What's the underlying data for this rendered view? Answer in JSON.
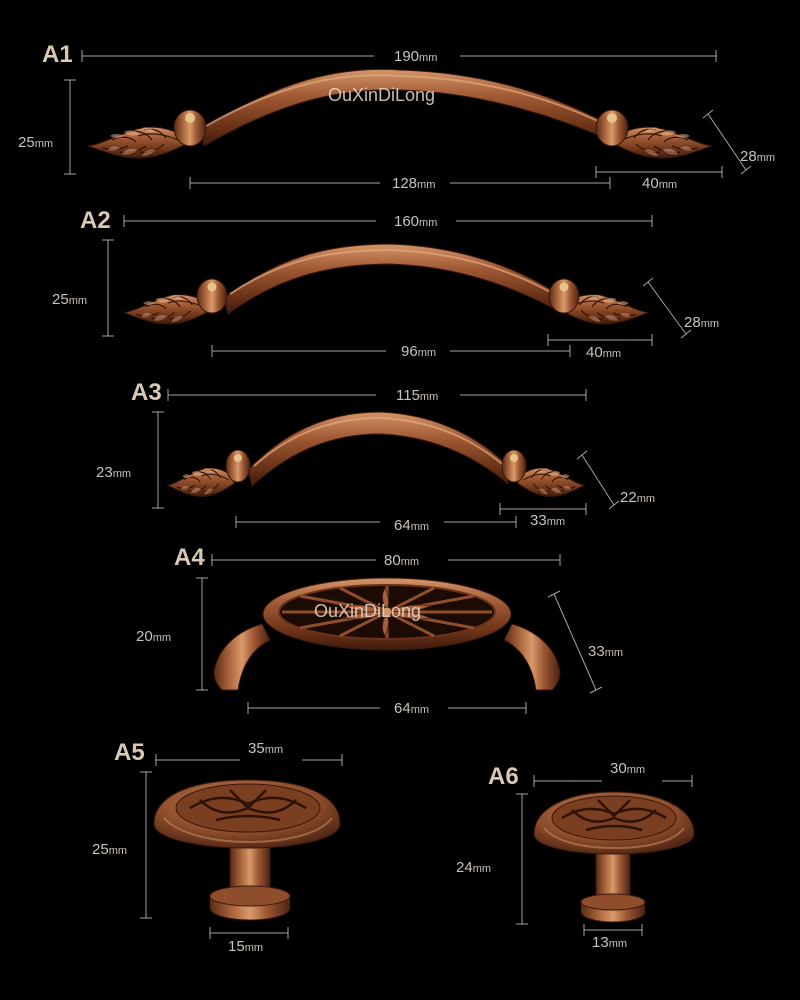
{
  "watermark": "OuXinDiLong",
  "colors": {
    "background": "#000000",
    "dimension_line": "#a8a29c",
    "dimension_text": "#c8c2bc",
    "label_text": "#d8c8b4",
    "bronze_light": "#c8865a",
    "bronze_mid": "#8e4e2c",
    "bronze_dark": "#4a2212",
    "watermark": "#e8dcd0"
  },
  "products": [
    {
      "label": "A1",
      "length": {
        "value": "190",
        "unit": "mm"
      },
      "height": {
        "value": "25",
        "unit": "mm"
      },
      "depth": {
        "value": "28",
        "unit": "mm"
      },
      "hole_spacing": {
        "value": "128",
        "unit": "mm"
      },
      "base_width": {
        "value": "40",
        "unit": "mm"
      }
    },
    {
      "label": "A2",
      "length": {
        "value": "160",
        "unit": "mm"
      },
      "height": {
        "value": "25",
        "unit": "mm"
      },
      "depth": {
        "value": "28",
        "unit": "mm"
      },
      "hole_spacing": {
        "value": "96",
        "unit": "mm"
      },
      "base_width": {
        "value": "40",
        "unit": "mm"
      }
    },
    {
      "label": "A3",
      "length": {
        "value": "115",
        "unit": "mm"
      },
      "height": {
        "value": "23",
        "unit": "mm"
      },
      "depth": {
        "value": "22",
        "unit": "mm"
      },
      "hole_spacing": {
        "value": "64",
        "unit": "mm"
      },
      "base_width": {
        "value": "33",
        "unit": "mm"
      }
    },
    {
      "label": "A4",
      "length": {
        "value": "80",
        "unit": "mm"
      },
      "height": {
        "value": "20",
        "unit": "mm"
      },
      "depth": {
        "value": "33",
        "unit": "mm"
      },
      "hole_spacing": {
        "value": "64",
        "unit": "mm"
      }
    },
    {
      "label": "A5",
      "diameter": {
        "value": "35",
        "unit": "mm"
      },
      "height": {
        "value": "25",
        "unit": "mm"
      },
      "base": {
        "value": "15",
        "unit": "mm"
      }
    },
    {
      "label": "A6",
      "diameter": {
        "value": "30",
        "unit": "mm"
      },
      "height": {
        "value": "24",
        "unit": "mm"
      },
      "base": {
        "value": "13",
        "unit": "mm"
      }
    }
  ]
}
